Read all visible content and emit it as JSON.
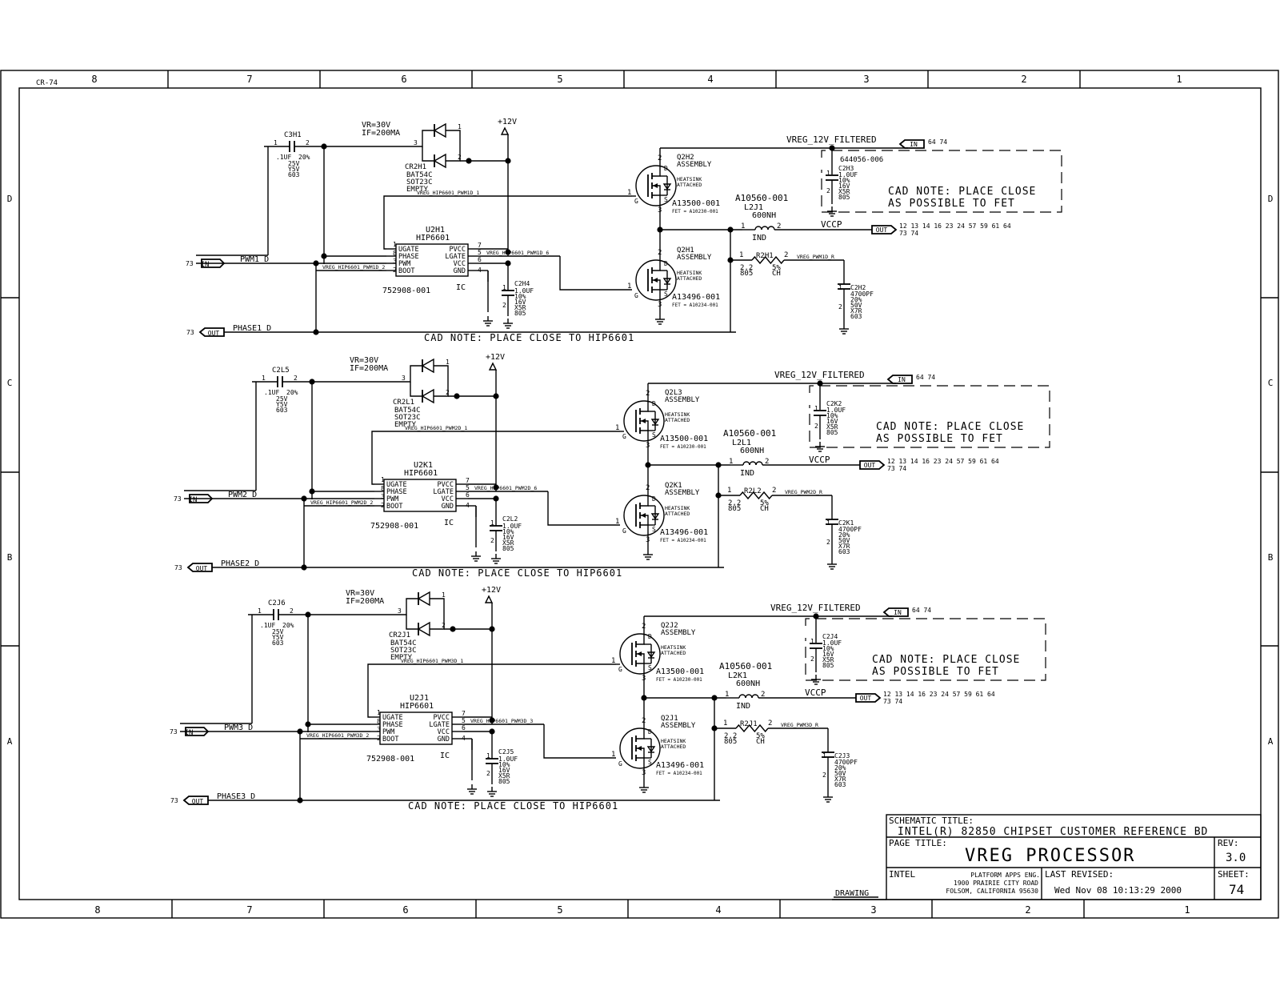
{
  "frame": {
    "sheet_ref": "CR-74",
    "zones_top": [
      "8",
      "7",
      "6",
      "5",
      "4",
      "3",
      "2",
      "1"
    ],
    "zones_side": [
      "D",
      "C",
      "B",
      "A"
    ]
  },
  "phases": [
    {
      "cap_boot": {
        "ref": "C3H1",
        "pin1": "1",
        "pin2": "2",
        "value": ".1UF",
        "tol": "20%",
        "v": "25V",
        "diel": "Y5V",
        "pkg": "603"
      },
      "diode": {
        "vr": "VR=30V",
        "if": "IF=200MA",
        "ref": "CR2H1",
        "part": "BAT54C",
        "pkg": "SOT23C",
        "note": "EMPTY",
        "p1": "1",
        "p2": "2",
        "p3": "3"
      },
      "supply": "+12V",
      "net_ugate": "VREG_HIP6601_PWM1D_1",
      "net_boot": "VREG_HIP6601_PWM1D_2",
      "net_lgate": "VREG_HIP6601_PWM1D_6",
      "ic": {
        "ref": "U2H1",
        "part": "HIP6601",
        "pn": "752908-001",
        "type": "IC",
        "pins_left": [
          "UGATE",
          "PHASE",
          "PWM",
          "BOOT"
        ],
        "pins_right": [
          "PVCC",
          "LGATE",
          "VCC",
          "GND"
        ],
        "nums_left": [
          "1",
          "8",
          "3",
          "2"
        ],
        "nums_right": [
          "7",
          "5",
          "6",
          "4"
        ]
      },
      "cap_vcc": {
        "ref": "C2H4",
        "p1": "1",
        "p2": "2",
        "vals": [
          "1.0UF",
          "10%",
          "16V",
          "X5R",
          "805"
        ]
      },
      "pwm": {
        "sheet": "73",
        "dir": "IN",
        "net": "PWM1_D"
      },
      "phase_out": {
        "sheet": "73",
        "dir": "OUT",
        "net": "PHASE1_D"
      },
      "cad_note_ic": "CAD NOTE: PLACE CLOSE TO HIP6601",
      "fet_high": {
        "ref": "Q2H2",
        "assy": "ASSEMBLY",
        "hs": [
          "HEATSINK",
          "ATTACHED"
        ],
        "pn": "A13500-001",
        "fet": "FET = A10230-001",
        "p1": "1",
        "p2": "2",
        "p3": "3",
        "d": "D",
        "s": "S",
        "g": "G"
      },
      "fet_low": {
        "ref": "Q2H1",
        "assy": "ASSEMBLY",
        "hs": [
          "HEATSINK",
          "ATTACHED"
        ],
        "pn": "A13496-001",
        "fet": "FET = A10234-001",
        "p1": "1",
        "p2": "2",
        "p3": "3",
        "d": "D",
        "s": "S",
        "g": "G"
      },
      "filtered": {
        "net": "VREG_12V_FILTERED",
        "dir": "IN",
        "refs": "64 74"
      },
      "cap_filt": {
        "ref": "C2H3",
        "pn": "644056-006",
        "p1": "1",
        "p2": "2",
        "vals": [
          "1.0UF",
          "10%",
          "16V",
          "X5R",
          "805"
        ]
      },
      "cad_note_fet": [
        "CAD NOTE: PLACE CLOSE",
        "AS POSSIBLE TO FET"
      ],
      "inductor": {
        "pn": "A10560-001",
        "ref": "L2J1",
        "value": "600NH",
        "type": "IND",
        "p1": "1",
        "p2": "2"
      },
      "vccp": {
        "net": "VCCP",
        "dir": "OUT",
        "refs1": "12 13 14 16 23 24 57 59 61 64",
        "refs2": "73 74"
      },
      "res": {
        "ref": "R2H1",
        "p1": "1",
        "p2": "2",
        "value": "2.2",
        "pkg": "805",
        "tol": "5%",
        "type": "CH",
        "net": "VREG_PWM1D_R"
      },
      "cap_snub": {
        "ref": "C2H2",
        "p1": "1",
        "p2": "2",
        "vals": [
          "4700PF",
          "20%",
          "50V",
          "X7R",
          "603"
        ]
      }
    },
    {
      "cap_boot": {
        "ref": "C2L5",
        "pin1": "1",
        "pin2": "2",
        "value": ".1UF",
        "tol": "20%",
        "v": "25V",
        "diel": "Y5V",
        "pkg": "603"
      },
      "diode": {
        "vr": "VR=30V",
        "if": "IF=200MA",
        "ref": "CR2L1",
        "part": "BAT54C",
        "pkg": "SOT23C",
        "note": "EMPTY",
        "p1": "1",
        "p2": "2",
        "p3": "3"
      },
      "supply": "+12V",
      "net_ugate": "VREG_HIP6601_PWM2D_1",
      "net_boot": "VREG_HIP6601_PWM2D_2",
      "net_lgate": "VREG_HIP6601_PWM2D_6",
      "ic": {
        "ref": "U2K1",
        "part": "HIP6601",
        "pn": "752908-001",
        "type": "IC",
        "pins_left": [
          "UGATE",
          "PHASE",
          "PWM",
          "BOOT"
        ],
        "pins_right": [
          "PVCC",
          "LGATE",
          "VCC",
          "GND"
        ],
        "nums_left": [
          "1",
          "8",
          "3",
          "2"
        ],
        "nums_right": [
          "7",
          "5",
          "6",
          "4"
        ]
      },
      "cap_vcc": {
        "ref": "C2L2",
        "p1": "1",
        "p2": "2",
        "vals": [
          "1.0UF",
          "10%",
          "16V",
          "X5R",
          "805"
        ]
      },
      "pwm": {
        "sheet": "73",
        "dir": "IN",
        "net": "PWM2_D"
      },
      "phase_out": {
        "sheet": "73",
        "dir": "OUT",
        "net": "PHASE2_D"
      },
      "cad_note_ic": "CAD NOTE: PLACE CLOSE TO HIP6601",
      "fet_high": {
        "ref": "Q2L3",
        "assy": "ASSEMBLY",
        "hs": [
          "HEATSINK",
          "ATTACHED"
        ],
        "pn": "A13500-001",
        "fet": "FET = A10230-001",
        "p1": "1",
        "p2": "2",
        "p3": "3",
        "d": "D",
        "s": "S",
        "g": "G"
      },
      "fet_low": {
        "ref": "Q2K1",
        "assy": "ASSEMBLY",
        "hs": [
          "HEATSINK",
          "ATTACHED"
        ],
        "pn": "A13496-001",
        "fet": "FET = A10234-001",
        "p1": "1",
        "p2": "2",
        "p3": "3",
        "d": "D",
        "s": "S",
        "g": "G"
      },
      "filtered": {
        "net": "VREG_12V_FILTERED",
        "dir": "IN",
        "refs": "64 74"
      },
      "cap_filt": {
        "ref": "C2K2",
        "pn": "",
        "p1": "1",
        "p2": "2",
        "vals": [
          "1.0UF",
          "10%",
          "16V",
          "X5R",
          "805"
        ]
      },
      "cad_note_fet": [
        "CAD NOTE: PLACE CLOSE",
        "AS POSSIBLE TO FET"
      ],
      "inductor": {
        "pn": "A10560-001",
        "ref": "L2L1",
        "value": "600NH",
        "type": "IND",
        "p1": "1",
        "p2": "2"
      },
      "vccp": {
        "net": "VCCP",
        "dir": "OUT",
        "refs1": "12 13 14 16 23 24 57 59 61 64",
        "refs2": "73 74"
      },
      "res": {
        "ref": "R2L2",
        "p1": "1",
        "p2": "2",
        "value": "2.2",
        "pkg": "805",
        "tol": "5%",
        "type": "CH",
        "net": "VREG_PWM2D_R"
      },
      "cap_snub": {
        "ref": "C2K1",
        "p1": "1",
        "p2": "2",
        "vals": [
          "4700PF",
          "20%",
          "50V",
          "X7R",
          "603"
        ]
      }
    },
    {
      "cap_boot": {
        "ref": "C2J6",
        "pin1": "1",
        "pin2": "2",
        "value": ".1UF",
        "tol": "20%",
        "v": "25V",
        "diel": "Y5V",
        "pkg": "603"
      },
      "diode": {
        "vr": "VR=30V",
        "if": "IF=200MA",
        "ref": "CR2J1",
        "part": "BAT54C",
        "pkg": "SOT23C",
        "note": "EMPTY",
        "p1": "1",
        "p2": "2",
        "p3": "3"
      },
      "supply": "+12V",
      "net_ugate": "VREG_HIP6601_PWM3D_1",
      "net_boot": "VREG_HIP6601_PWM3D_2",
      "net_lgate": "VREG_HIP6601_PWM3D_3",
      "ic": {
        "ref": "U2J1",
        "part": "HIP6601",
        "pn": "752908-001",
        "type": "IC",
        "pins_left": [
          "UGATE",
          "PHASE",
          "PWM",
          "BOOT"
        ],
        "pins_right": [
          "PVCC",
          "LGATE",
          "VCC",
          "GND"
        ],
        "nums_left": [
          "1",
          "8",
          "3",
          "2"
        ],
        "nums_right": [
          "7",
          "5",
          "6",
          "4"
        ]
      },
      "cap_vcc": {
        "ref": "C2J5",
        "p1": "1",
        "p2": "2",
        "vals": [
          "1.0UF",
          "10%",
          "16V",
          "X5R",
          "805"
        ]
      },
      "pwm": {
        "sheet": "73",
        "dir": "IN",
        "net": "PWM3_D"
      },
      "phase_out": {
        "sheet": "73",
        "dir": "OUT",
        "net": "PHASE3_D"
      },
      "cad_note_ic": "CAD NOTE: PLACE CLOSE TO HIP6601",
      "fet_high": {
        "ref": "Q2J2",
        "assy": "ASSEMBLY",
        "hs": [
          "HEATSINK",
          "ATTACHED"
        ],
        "pn": "A13500-001",
        "fet": "FET = A10230-001",
        "p1": "1",
        "p2": "2",
        "p3": "3",
        "d": "D",
        "s": "S",
        "g": "G"
      },
      "fet_low": {
        "ref": "Q2J1",
        "assy": "ASSEMBLY",
        "hs": [
          "HEATSINK",
          "ATTACHED"
        ],
        "pn": "A13496-001",
        "fet": "FET = A10234-001",
        "p1": "1",
        "p2": "2",
        "p3": "3",
        "d": "D",
        "s": "S",
        "g": "G"
      },
      "filtered": {
        "net": "VREG_12V_FILTERED",
        "dir": "IN",
        "refs": "64 74"
      },
      "cap_filt": {
        "ref": "C2J4",
        "pn": "",
        "p1": "1",
        "p2": "2",
        "vals": [
          "1.0UF",
          "10%",
          "16V",
          "X5R",
          "805"
        ]
      },
      "cad_note_fet": [
        "CAD NOTE: PLACE CLOSE",
        "AS POSSIBLE TO FET"
      ],
      "inductor": {
        "pn": "A10560-001",
        "ref": "L2K1",
        "value": "600NH",
        "type": "IND",
        "p1": "1",
        "p2": "2"
      },
      "vccp": {
        "net": "VCCP",
        "dir": "OUT",
        "refs1": "12 13 14 16 23 24 57 59 61 64",
        "refs2": "73 74"
      },
      "res": {
        "ref": "R2J1",
        "p1": "1",
        "p2": "2",
        "value": "2.2",
        "pkg": "805",
        "tol": "5%",
        "type": "CH",
        "net": "VREG_PWM3D_R"
      },
      "cap_snub": {
        "ref": "C2J3",
        "p1": "1",
        "p2": "2",
        "vals": [
          "4700PF",
          "20%",
          "50V",
          "X7R",
          "603"
        ]
      }
    }
  ],
  "title_block": {
    "schematic_title_label": "SCHEMATIC TITLE:",
    "schematic_title": "INTEL(R) 82850 CHIPSET CUSTOMER REFERENCE BD",
    "page_title_label": "PAGE TITLE:",
    "page_title": "VREG PROCESSOR",
    "rev_label": "REV:",
    "rev": "3.0",
    "company": "INTEL",
    "address": [
      "PLATFORM APPS ENG.",
      "1900 PRAIRIE CITY ROAD",
      "FOLSOM, CALIFORNIA 95630"
    ],
    "revised_label": "LAST REVISED:",
    "revised": "Wed Nov 08 10:13:29 2000",
    "sheet_label": "SHEET:",
    "sheet": "74",
    "drawing": "DRAWING"
  }
}
